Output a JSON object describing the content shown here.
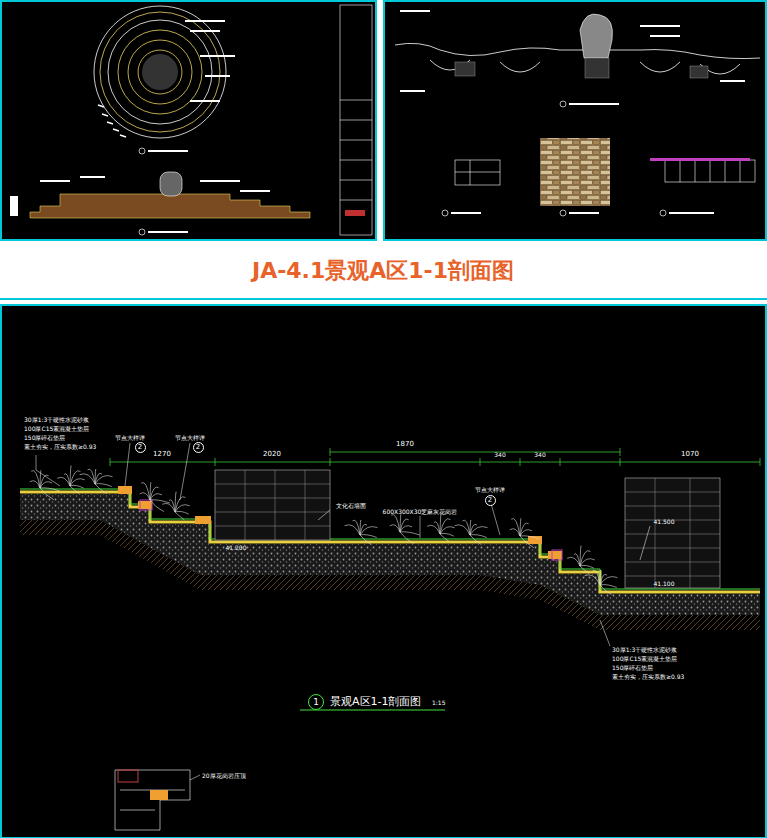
{
  "diagram": {
    "title": "JA-4.1景观A区1-1剖面图",
    "nodes": [
      {
        "text": [
          "1"
        ]
      },
      {
        "text": [
          "2"
        ]
      },
      {
        "text": [
          "2"
        ]
      },
      {
        "text": [
          "2"
        ]
      }
    ],
    "labels": [
      "节点大样详",
      "节点大样详",
      "节点大样详",
      "1270",
      "2020",
      "1870",
      "340",
      "340",
      "1070",
      "41.500",
      "41.200",
      "41.100",
      "30厚1:3干硬性水泥砂浆",
      "100厚C15素混凝土垫层",
      "150厚碎石垫层",
      "素土夯实，压实系数≥0.93",
      "文化石墙面",
      "600X300X30芝麻灰花岗岩",
      "30厚1:3干硬性水泥砂浆",
      "100厚C15素混凝土垫层",
      "150厚碎石垫层",
      "素土夯实，压实系数≥0.93",
      "景观A区1-1剖面图",
      "1:15",
      "20厚花岗岩压顶"
    ]
  }
}
